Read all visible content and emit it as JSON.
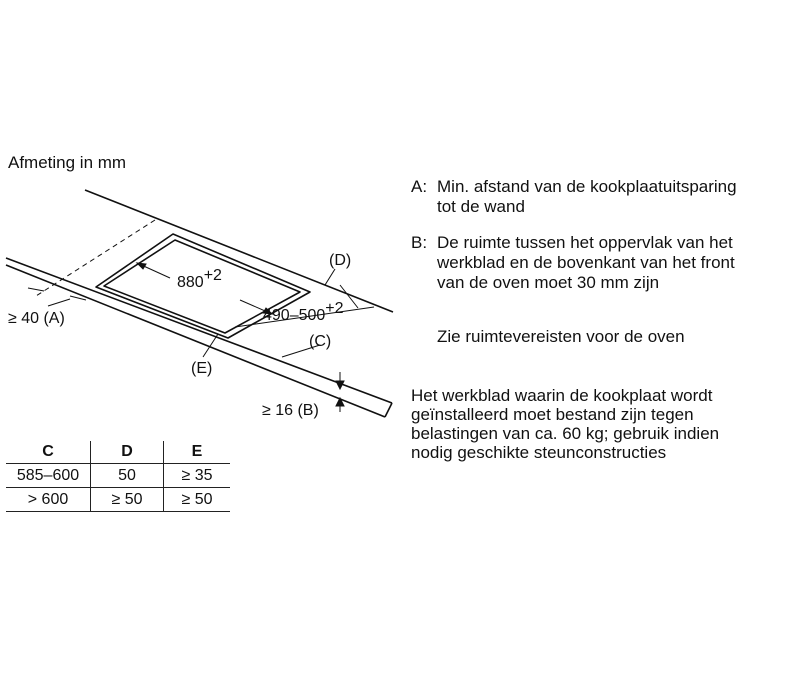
{
  "caption": "Afmeting in mm",
  "labels": {
    "cutout_length": "880",
    "cutout_length_tol": "+2",
    "cutout_depth": "490–500",
    "cutout_depth_tol": "+2",
    "dim_d": "(D)",
    "dim_c": "(C)",
    "dim_e": "(E)",
    "dim_a_prefix": "≥ 40 (",
    "dim_a_letter": "A",
    "dim_a_suffix": ")",
    "dim_b_prefix": "≥ 16 (",
    "dim_b_letter": "B",
    "dim_b_suffix": ")"
  },
  "legend": {
    "a_key": "A:",
    "a_line1": "Min. afstand van de kookplaatuitsparing",
    "a_line2": "tot de wand",
    "b_key": "B:",
    "b_line1": "De ruimte tussen het oppervlak van het",
    "b_line2": "werkblad en de bovenkant van het front",
    "b_line3": "van de oven moet 30 mm zijn"
  },
  "notes": {
    "oven": "Zie ruimtevereisten voor de oven",
    "load_line1": "Het werkblad waarin de kookplaat wordt",
    "load_line2": "geïnstalleerd moet bestand zijn tegen",
    "load_line3": "belastingen van ca. 60 kg; gebruik indien",
    "load_line4": "nodig geschikte steunconstructies"
  },
  "table": {
    "headers": [
      "C",
      "D",
      "E"
    ],
    "rows": [
      [
        "585–600",
        "50",
        "≥ 35"
      ],
      [
        "> 600",
        "≥ 50",
        "≥ 50"
      ]
    ]
  }
}
